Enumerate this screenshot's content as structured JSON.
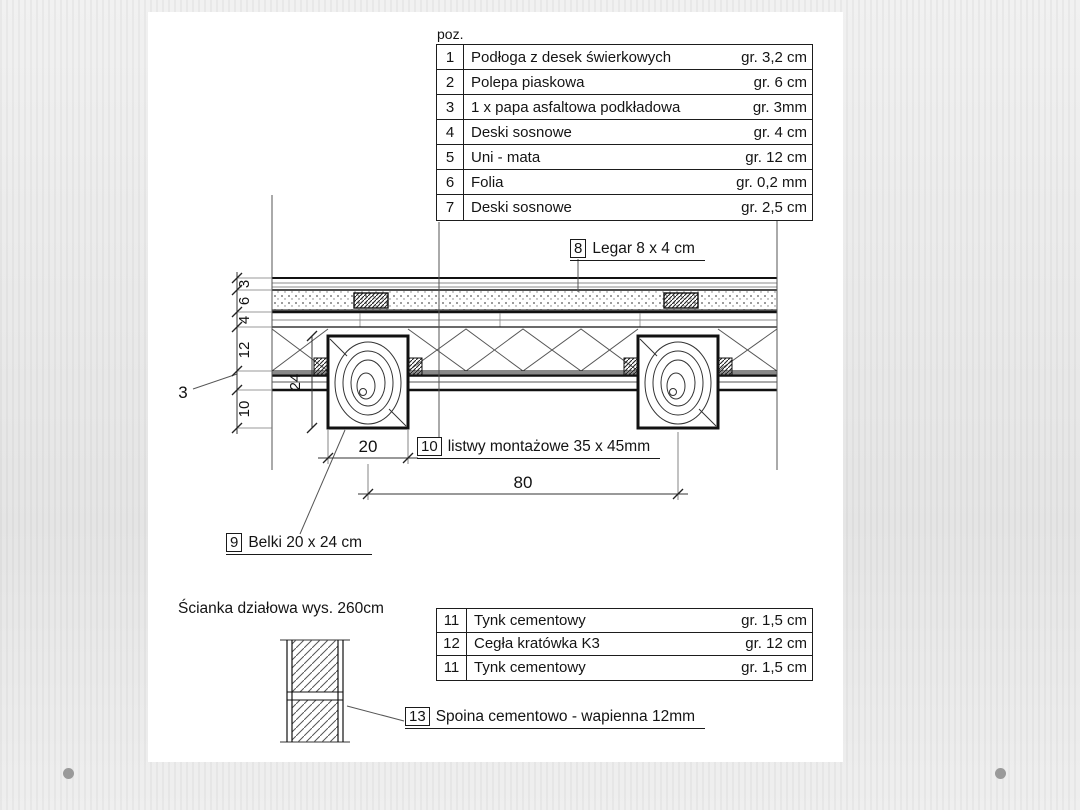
{
  "poz_label": "poz.",
  "layers_table": {
    "rows": [
      {
        "num": "1",
        "name": "Podłoga z desek świerkowych",
        "thickness": "gr. 3,2 cm"
      },
      {
        "num": "2",
        "name": "Polepa piaskowa",
        "thickness": "gr. 6 cm"
      },
      {
        "num": "3",
        "name": "1 x papa asfaltowa podkładowa",
        "thickness": "gr. 3mm"
      },
      {
        "num": "4",
        "name": "Deski sosnowe",
        "thickness": "gr. 4 cm"
      },
      {
        "num": "5",
        "name": "Uni - mata",
        "thickness": "gr. 12 cm"
      },
      {
        "num": "6",
        "name": "Folia",
        "thickness": "gr. 0,2 mm"
      },
      {
        "num": "7",
        "name": "Deski sosnowe",
        "thickness": "gr. 2,5 cm"
      }
    ]
  },
  "wall_table": {
    "rows": [
      {
        "num": "11",
        "name": "Tynk cementowy",
        "thickness": "gr. 1,5 cm"
      },
      {
        "num": "12",
        "name": "Cegła kratówka K3",
        "thickness": "gr. 12 cm"
      },
      {
        "num": "11",
        "name": "Tynk cementowy",
        "thickness": "gr. 1,5 cm"
      }
    ]
  },
  "callouts": {
    "legar": {
      "num": "8",
      "text": "Legar 8 x 4 cm"
    },
    "belki": {
      "num": "9",
      "text": "Belki 20 x 24 cm"
    },
    "listwy": {
      "num": "10",
      "text": "listwy montażowe 35 x 45mm"
    },
    "spoina": {
      "num": "13",
      "text": "Spoina cementowo - wapienna 12mm"
    }
  },
  "wall_label": "Ścianka działowa wys. 260cm",
  "dims": {
    "d_floor": "3",
    "d_polepa": "6",
    "d_deski": "4",
    "d_mata": "12",
    "d_lower": "10",
    "d_beam_h": "24",
    "d_beam_w": "20",
    "d_spacing": "80",
    "d_side": "3"
  }
}
